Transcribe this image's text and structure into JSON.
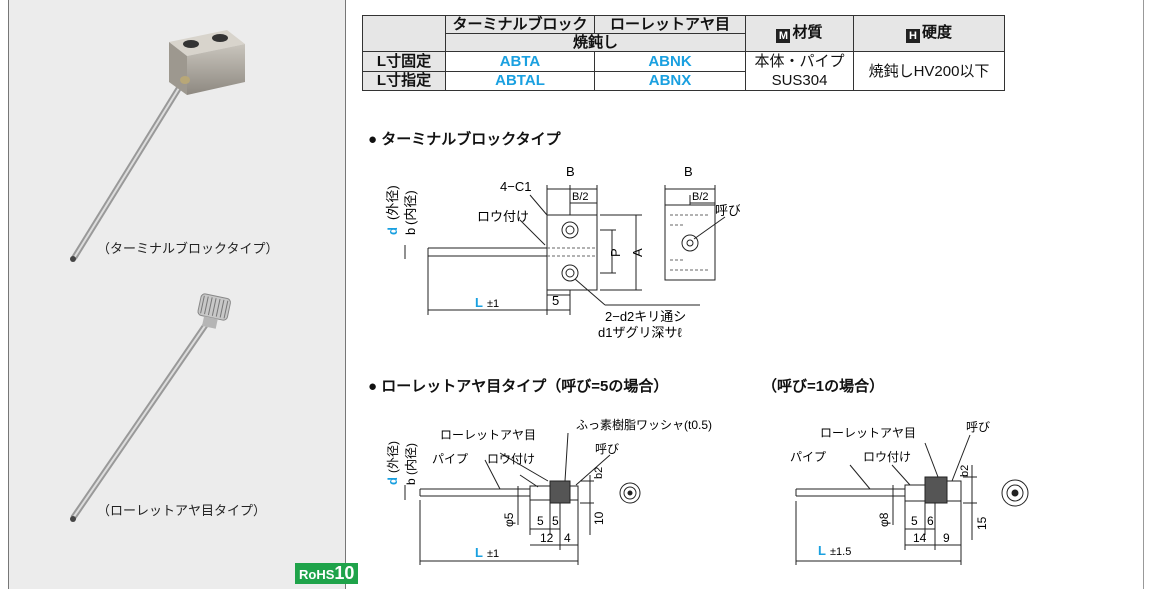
{
  "left": {
    "caption_terminal": "（ターミナルブロックタイプ）",
    "caption_knurl": "（ローレットアヤ目タイプ）",
    "rohs_prefix": "RoHS",
    "rohs_num": "10"
  },
  "spec_table": {
    "col_terminal": "ターミナルブロック",
    "col_knurl": "ローレットアヤ目",
    "subheader": "焼鈍し",
    "material_icon": "M",
    "material_label": "材質",
    "hardness_icon": "H",
    "hardness_label": "硬度",
    "rows": [
      {
        "label": "L寸固定",
        "terminal": "ABTA",
        "knurl": "ABNK"
      },
      {
        "label": "L寸指定",
        "terminal": "ABTAL",
        "knurl": "ABNX"
      }
    ],
    "material_value_1": "本体・パイプ",
    "material_value_2": "SUS304",
    "hardness_value": "焼鈍しHV200以下"
  },
  "section1": {
    "title": "● ターミナルブロックタイプ",
    "d_label": "d",
    "d_text": "(外径)",
    "b_label": "b",
    "b_text": "(内径)",
    "chamfer": "4−C1",
    "braze": "ロウ付け",
    "dim_B": "B",
    "dim_B2": "B/2",
    "dim_P": "P",
    "dim_A": "A",
    "dim_5": "5",
    "L_label": "L",
    "L_tol": "±1",
    "hole_note_1": "2−d2キリ通シ",
    "hole_note_2": "d1ザグリ深サℓ",
    "nominal": "呼び"
  },
  "section2": {
    "title": "● ローレットアヤ目タイプ（呼び=5の場合）",
    "knurl": "ローレットアヤ目",
    "washer": "ふっ素樹脂ワッシャ(t0.5)",
    "nominal": "呼び",
    "pipe": "パイプ",
    "braze": "ロウ付け",
    "d_label": "d",
    "d_text": "(外径)",
    "b_label": "b",
    "b_text": "(内径)",
    "phi": "φ5",
    "dim_5a": "5",
    "dim_5b": "5",
    "dim_12": "12",
    "dim_4": "4",
    "dim_10": "10",
    "dim_b2": "b2",
    "L_label": "L",
    "L_tol": "±1"
  },
  "section3": {
    "title": "（呼び=1の場合）",
    "knurl": "ローレットアヤ目",
    "nominal": "呼び",
    "pipe": "パイプ",
    "braze": "ロウ付け",
    "phi": "φ8",
    "dim_5": "5",
    "dim_6": "6",
    "dim_14": "14",
    "dim_9": "9",
    "dim_15": "15",
    "dim_b2": "b2",
    "L_label": "L",
    "L_tol": "±1.5"
  },
  "colors": {
    "blue": "#1aa0e0",
    "rohs_green": "#1fa34a",
    "panel_gray": "#ececec"
  }
}
